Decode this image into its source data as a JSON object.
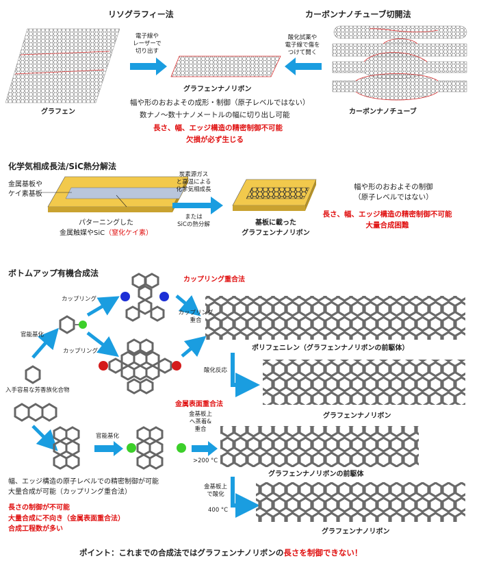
{
  "top": {
    "lithography_title": "リソグラフィー法",
    "cnt_title": "カーボンナノチューブ切開法",
    "arrow_left_label": [
      "電子線や",
      "レーザーで",
      "切り出す"
    ],
    "arrow_right_label": [
      "酸化試薬や",
      "電子線で傷を",
      "つけて開く"
    ],
    "graphene_label": "グラフェン",
    "gnr_label": "グラフェンナノリボン",
    "cnt_label": "カーボンナノチューブ",
    "desc1": "幅や形のおおよその成形・制御（原子レベルではない）",
    "desc2": "数ナノ～数十ナノメートルの幅に切り出し可能",
    "red1": "長さ、幅、エッジ構造の精密制御不可能",
    "red2": "欠損が必ず生じる"
  },
  "cvd": {
    "title": "化学気相成長法/SiC熱分解法",
    "substrate_label": [
      "金属基板や",
      "ケイ素基板"
    ],
    "patterning_label_1": "パターニングした",
    "patterning_label_2a": "金属触媒やSiC",
    "patterning_label_2b": "（窒化ケイ素）",
    "arrow_label": [
      "炭素源ガス",
      "と高温による",
      "化学気相成長"
    ],
    "arrow_label_or": [
      "または",
      "SiCの熱分解"
    ],
    "result_label": [
      "基板に載った",
      "グラフェンナノリボン"
    ],
    "desc1": "幅や形のおおよその制御",
    "desc2": "（原子レベルではない）",
    "red1": "長さ、幅、エッジ構造の精密制御不可能",
    "red2": "大量合成困難"
  },
  "bottom": {
    "title": "ボトムアップ有機合成法",
    "coupling_method": "カップリング重合法",
    "coupling1": "カップリング",
    "coupling2": "カップリング",
    "functionalize1": "官能基化",
    "coupling_poly": [
      "カップリング",
      "重合"
    ],
    "polyphenylene": "ポリフェニレン（グラフェンナノリボンの前駆体）",
    "oxidation": "酸化反応",
    "gnr1": "グラフェンナノリボン",
    "aromatic": "入手容易な芳香族化合物",
    "surface_method": "金属表面重合法",
    "functionalize2": "官能基化",
    "gold_deposit": [
      "金基板上",
      "へ蒸着&",
      "重合"
    ],
    "temp1": ">200 °C",
    "gnr_precursor": "グラフェンナノリボンの前駆体",
    "gold_oxid": [
      "金基板上",
      "で酸化"
    ],
    "temp2": "400 °C",
    "gnr2": "グラフェンナノリボン",
    "desc1": "幅、エッジ構造の原子レベルでの精密制御が可能",
    "desc2": "大量合成が可能（カップリング重合法）",
    "red1": "長さの制御が不可能",
    "red2": "大量合成に不向き（金属表面重合法）",
    "red3": "合成工程数が多い"
  },
  "point": {
    "prefix": "ポイント：これまでの合成法ではグラフェンナノリボンの",
    "highlight": "長さを制御できない！"
  },
  "colors": {
    "arrow_blue": "#1a9de0",
    "red_text": "#e01010",
    "substrate_yellow": "#f2c94c",
    "blue_atom": "#1c2fd6",
    "green_atom": "#3ccf2a",
    "red_atom": "#d41b1b"
  }
}
